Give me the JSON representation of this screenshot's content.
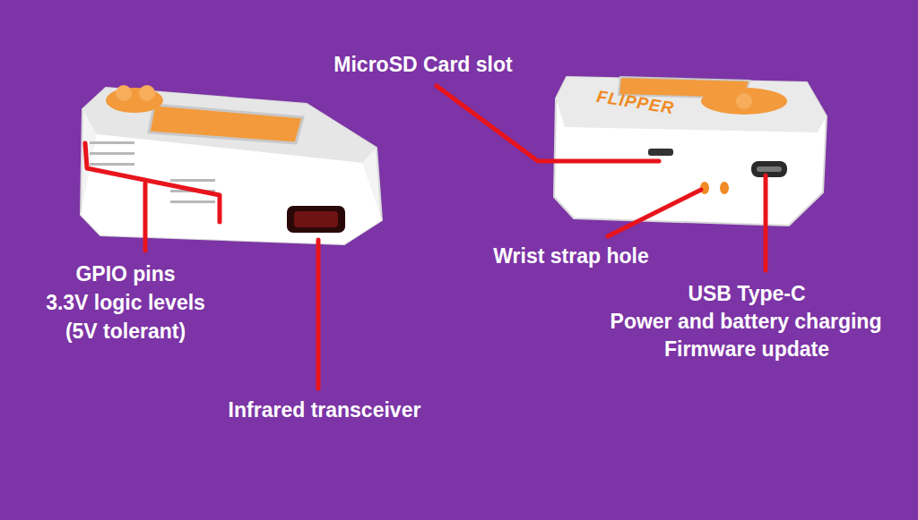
{
  "diagram": {
    "labels": [
      "MicroSD Card slot",
      "FLIPPER",
      "GPIO pins",
      "3.3V logic levels",
      "(5V tolerant)",
      "Wrist strap hole",
      "USB Type-C",
      "Power and battery charging",
      "Firmware update",
      "Infrared transceiver"
    ]
  }
}
